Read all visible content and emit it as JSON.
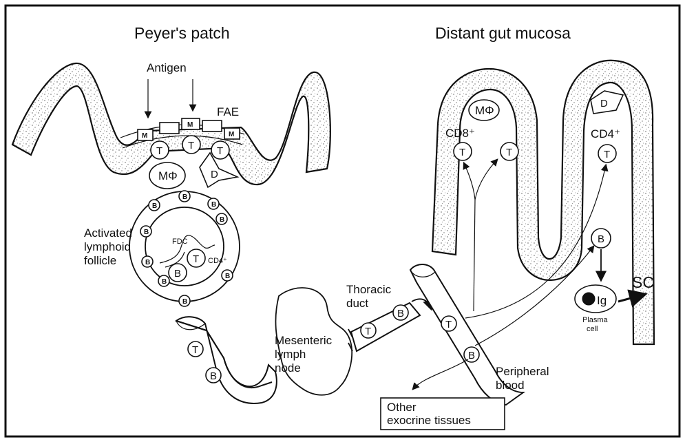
{
  "headings": {
    "left": "Peyer's patch",
    "right": "Distant gut mucosa"
  },
  "labels": {
    "antigen": "Antigen",
    "fae": "FAE",
    "m_cell": "M",
    "macrophage": "MΦ",
    "dendritic": "D",
    "t_cell": "T",
    "b_cell": "B",
    "fdc": "FDC",
    "cd4": "CD4⁺",
    "cd8": "CD8⁺",
    "follicle_line1": "Activated",
    "follicle_line2": "lymphoid",
    "follicle_line3": "follicle",
    "thoracic_line1": "Thoracic",
    "thoracic_line2": "duct",
    "mesenteric_line1": "Mesenteric",
    "mesenteric_line2": "lymph",
    "mesenteric_line3": "node",
    "peripheral_line1": "Peripheral",
    "peripheral_line2": "blood",
    "exocrine_line1": "Other",
    "exocrine_line2": "exocrine tissues",
    "ig": "Ig",
    "plasma_line1": "Plasma",
    "plasma_line2": "cell",
    "sc": "SC"
  },
  "colors": {
    "ink": "#111111",
    "stipple": "#8a8a8a",
    "background": "#ffffff"
  }
}
